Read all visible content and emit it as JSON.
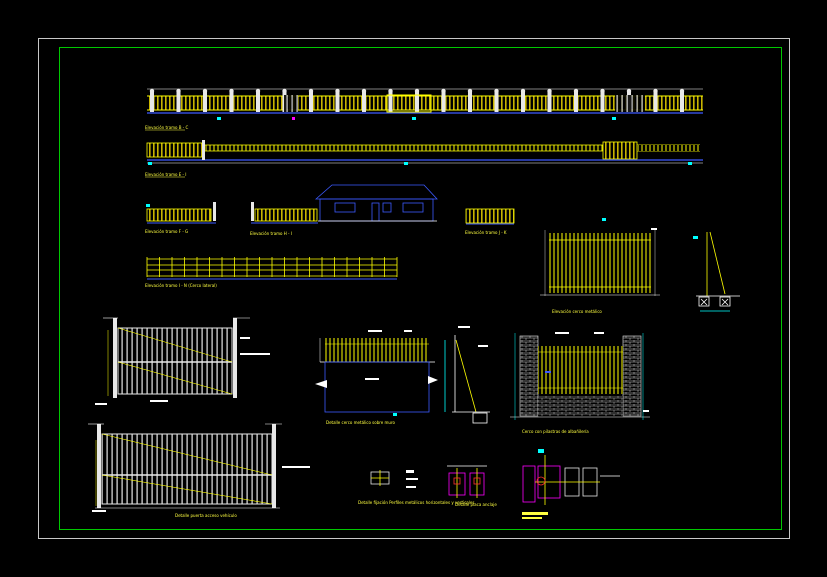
{
  "drawing": {
    "background": "#000000",
    "outer_frame_color": "#ffffff",
    "inner_frame_color": "#00c800",
    "colors": {
      "fence_fill": "#c8b400",
      "fence_line": "#ffff00",
      "white_line": "#ffffff",
      "blue_line": "#3c5aff",
      "cyan": "#00ffff",
      "magenta": "#ff00ff",
      "green": "#00ff00",
      "red": "#ff3030",
      "label_fill": "#ffff40"
    }
  },
  "views": [
    {
      "id": "elevation-long-1",
      "label": "Elevación tramo B - C"
    },
    {
      "id": "elevation-long-2",
      "label": "Elevación tramo E - I"
    },
    {
      "id": "elevation-short-a",
      "label": "Elevación tramo F - G"
    },
    {
      "id": "elevation-short-b",
      "label": "Elevación tramo H - I"
    },
    {
      "id": "elevation-short-c",
      "label": "Elevación tramo J - K"
    },
    {
      "id": "elevation-lateral",
      "label": "Elevación tramo I - N (Cerco lateral)"
    },
    {
      "id": "detail-picket-fence",
      "label": "Elevación cerco metálico"
    },
    {
      "id": "detail-gate-1",
      "label": ""
    },
    {
      "id": "detail-gate-2",
      "label": "Detalle puerta acceso vehículo"
    },
    {
      "id": "detail-fence-wall",
      "label": "Detalle cerco metálico sobre muro"
    },
    {
      "id": "detail-brick-pillars",
      "label": "Cerco con pilastras de albañilería"
    },
    {
      "id": "detail-anchor",
      "label": "Detalle fijación Perfiles metálicos horizontales y verticales"
    },
    {
      "id": "detail-plate",
      "label": "Detalle placa anclaje"
    },
    {
      "id": "detail-section",
      "label": ""
    }
  ]
}
